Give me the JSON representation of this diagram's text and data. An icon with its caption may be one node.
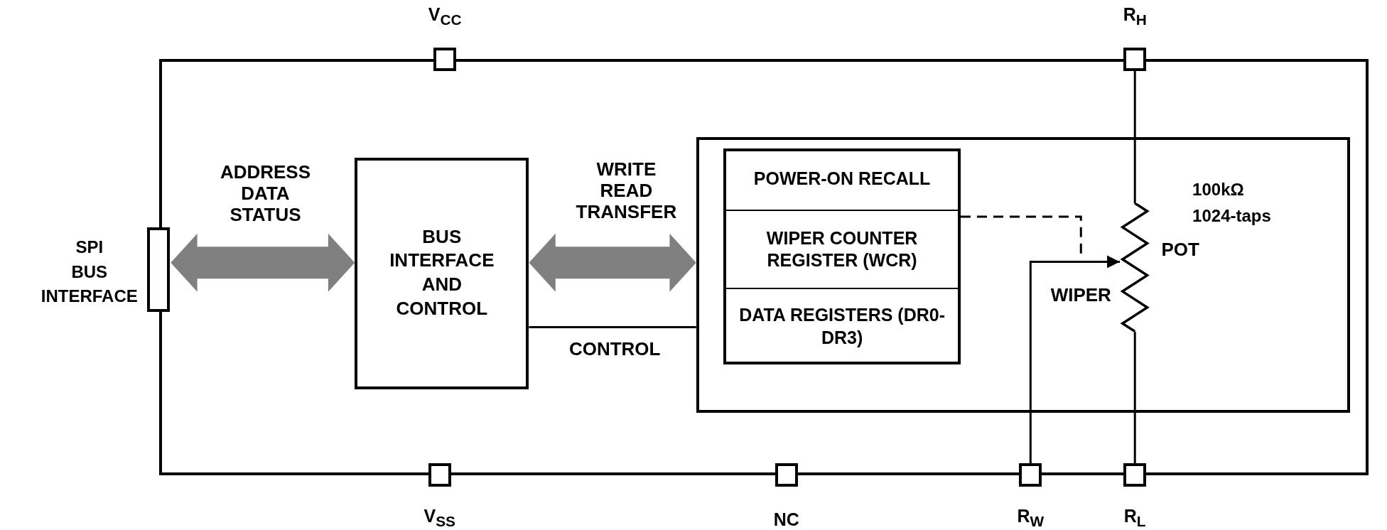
{
  "diagram": {
    "nodes": [
      {
        "text": [],
        "shape": "box"
      },
      {
        "text": [
          "V$_{CC}$"
        ]
      },
      {
        "text": [
          "R$_{H}$"
        ]
      },
      {
        "text": [
          "SPI BUS INTERFACE"
        ]
      },
      {
        "text": [
          "BUS INTERFACE AND CONTROL"
        ],
        "in": 0
      },
      {
        "text": [],
        "shape": "box",
        "in": 0
      },
      {
        "text": [],
        "shape": "box",
        "in": 5
      },
      {
        "text": [
          "POWER-ON RECALL"
        ],
        "in": 6
      },
      {
        "text": [
          "WIPER COUNTER REGISTER (WCR)"
        ],
        "in": 6
      },
      {
        "text": [
          "DATA REGISTERS (DR0-DR3)"
        ],
        "in": 6
      },
      {
        "text": [
          "POT"
        ],
        "beside": [
          "100kΩ",
          "1024-taps"
        ],
        "in": 5
      },
      {
        "text": [
          "V$_{SS}$"
        ]
      },
      {
        "text": [
          "NC"
        ]
      },
      {
        "text": [
          "R$_{W}$"
        ]
      },
      {
        "text": [
          "R$_{L}$"
        ]
      }
    ],
    "edges": [
      {
        "from": 3,
        "to": 4,
        "arrow": "both",
        "label": "ADDRESS DATA STATUS",
        "style": "thick",
        "color": "#808080"
      },
      {
        "from": 4,
        "to": 5,
        "arrow": "both",
        "label": "WRITE READ TRANSFER",
        "style": "thick",
        "color": "#808080"
      },
      {
        "from": 4,
        "to": 5,
        "arrow": "none",
        "label": "CONTROL"
      },
      {
        "from": 8,
        "to": null,
        "arrow": "none",
        "style": "dashed"
      },
      {
        "from": 2,
        "to": 10,
        "arrow": "none"
      },
      {
        "from": 14,
        "to": 10,
        "arrow": "none"
      },
      {
        "from": 13,
        "to": 10,
        "arrow": "to",
        "label": "WIPER"
      }
    ]
  }
}
